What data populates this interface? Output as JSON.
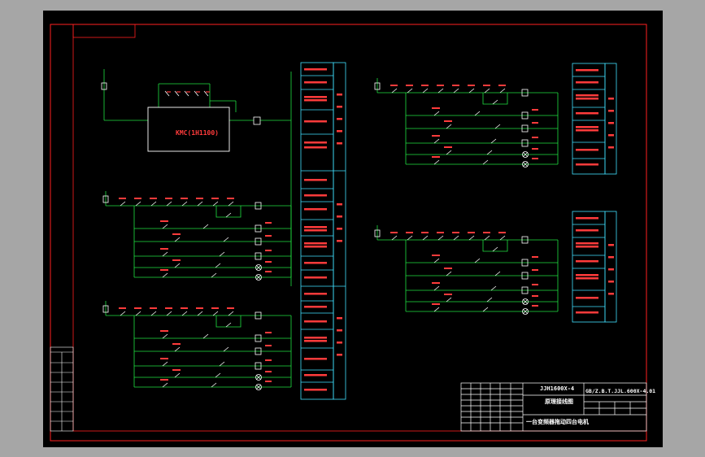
{
  "colors": {
    "background": "#a6a6a6",
    "sheet": "#000000",
    "border": "#ff2020",
    "wire": "#20e040",
    "legend": "#40e0ff",
    "text": "#ff3b3b",
    "white": "#ffffff"
  },
  "circuit1": {
    "controller_label": "KMC(1H1100)"
  },
  "title_block": {
    "drawing_no": "JJH1600X-4",
    "drawing_title": "原理接线图",
    "part_no": "GB/Z.B.T.JJL.600X-4.01",
    "product_name": "一台变频器拖动四台电机"
  }
}
